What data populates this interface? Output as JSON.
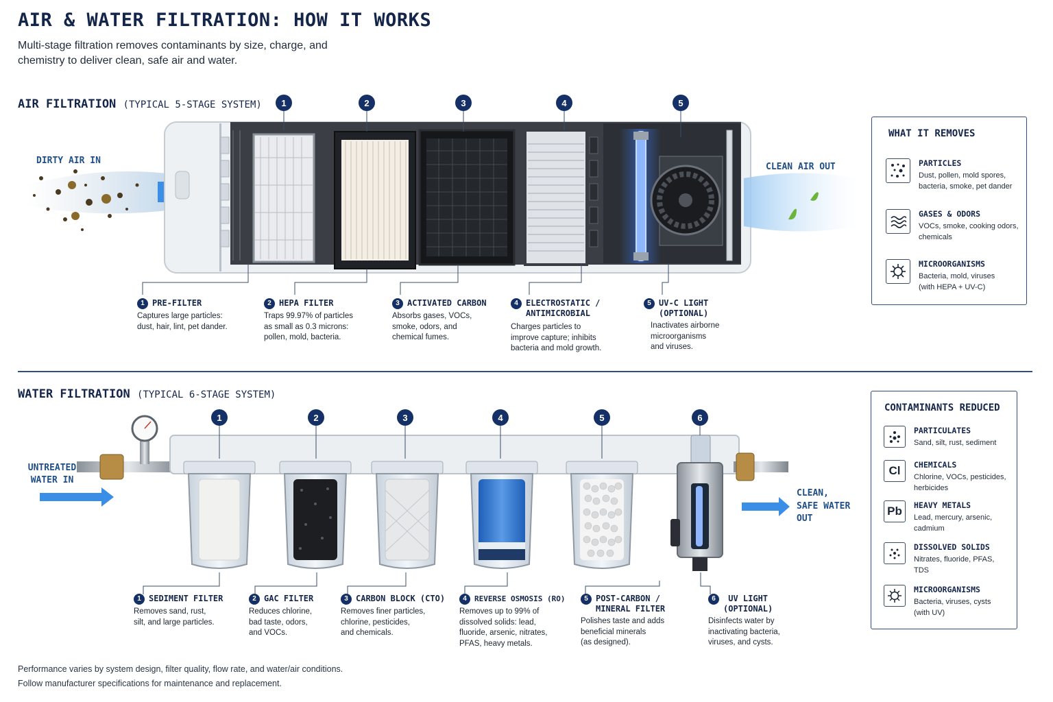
{
  "title": "AIR & WATER FILTRATION: HOW IT WORKS",
  "subtitle": "Multi-stage filtration removes contaminants by size, charge, and chemistry to deliver clean, safe air and water.",
  "air": {
    "heading": "AIR FILTRATION",
    "heading_sub": "(TYPICAL 5-STAGE SYSTEM)",
    "in_label": "DIRTY AIR IN",
    "out_label": "CLEAN AIR OUT",
    "stages": [
      {
        "num": "1",
        "name": "PRE-FILTER",
        "desc": "Captures large particles:\ndust, hair, lint, pet dander."
      },
      {
        "num": "2",
        "name": "HEPA FILTER",
        "desc": "Traps 99.97% of particles\nas small as 0.3 microns:\npollen, mold, bacteria."
      },
      {
        "num": "3",
        "name": "ACTIVATED CARBON",
        "desc": "Absorbs gases, VOCs,\nsmoke, odors, and\nchemical fumes."
      },
      {
        "num": "4",
        "name": "ELECTROSTATIC /\nANTIMICROBIAL",
        "desc": "Charges particles to\nimprove capture; inhibits\nbacteria and mold growth."
      },
      {
        "num": "5",
        "name": "UV-C LIGHT\n(OPTIONAL)",
        "desc": "Inactivates airborne\nmicroorganisms\nand viruses."
      }
    ],
    "removes": {
      "title": "WHAT IT REMOVES",
      "items": [
        {
          "icon": "particles-icon",
          "name": "PARTICLES",
          "desc": "Dust, pollen, mold spores,\nbacteria, smoke, pet dander"
        },
        {
          "icon": "gas-waves-icon",
          "name": "GASES & ODORS",
          "desc": "VOCs, smoke, cooking odors,\nchemicals"
        },
        {
          "icon": "microbe-icon",
          "name": "MICROORGANISMS",
          "desc": "Bacteria, mold, viruses\n(with HEPA + UV-C)"
        }
      ]
    }
  },
  "water": {
    "heading": "WATER FILTRATION",
    "heading_sub": "(TYPICAL 6-STAGE SYSTEM)",
    "in_label": "UNTREATED\nWATER IN",
    "out_label": "CLEAN,\nSAFE WATER\nOUT",
    "stages": [
      {
        "num": "1",
        "name": "SEDIMENT FILTER",
        "desc": "Removes sand, rust,\nsilt, and large particles."
      },
      {
        "num": "2",
        "name": "GAC FILTER",
        "desc": "Reduces chlorine,\nbad taste, odors,\nand VOCs."
      },
      {
        "num": "3",
        "name": "CARBON BLOCK (CTO)",
        "desc": "Removes finer particles,\nchlorine, pesticides,\nand chemicals."
      },
      {
        "num": "4",
        "name": "REVERSE OSMOSIS (RO)",
        "desc": "Removes up to 99% of\ndissolved solids: lead,\nfluoride, arsenic, nitrates,\nPFAS, heavy metals."
      },
      {
        "num": "5",
        "name": "POST-CARBON /\nMINERAL FILTER",
        "desc": "Polishes taste and adds\nbeneficial minerals\n(as designed)."
      },
      {
        "num": "6",
        "name": "UV LIGHT\n(OPTIONAL)",
        "desc": "Disinfects water by\ninactivating bacteria,\nviruses, and cysts."
      }
    ],
    "contaminants": {
      "title": "CONTAMINANTS REDUCED",
      "items": [
        {
          "icon": "particulates-icon",
          "symbol": "",
          "name": "PARTICULATES",
          "desc": "Sand, silt, rust, sediment"
        },
        {
          "icon": "chlorine-icon",
          "symbol": "Cl",
          "name": "CHEMICALS",
          "desc": "Chlorine, VOCs, pesticides,\nherbicides"
        },
        {
          "icon": "lead-icon",
          "symbol": "Pb",
          "name": "HEAVY METALS",
          "desc": "Lead, mercury, arsenic,\ncadmium"
        },
        {
          "icon": "dissolved-solids-icon",
          "symbol": "",
          "name": "DISSOLVED SOLIDS",
          "desc": "Nitrates, fluoride, PFAS,\nTDS"
        },
        {
          "icon": "microbe-icon",
          "symbol": "",
          "name": "MICROORGANISMS",
          "desc": "Bacteria, viruses, cysts\n(with UV)"
        }
      ]
    }
  },
  "footnote": {
    "line1": "Performance varies by system design, filter quality, flow rate, and water/air conditions.",
    "line2": "Follow manufacturer specifications for maintenance and replacement."
  },
  "colors": {
    "navy": "#14254a",
    "accent": "#1f4f86",
    "uv": "#3b7dff",
    "arrow": "#3a8ee6"
  }
}
